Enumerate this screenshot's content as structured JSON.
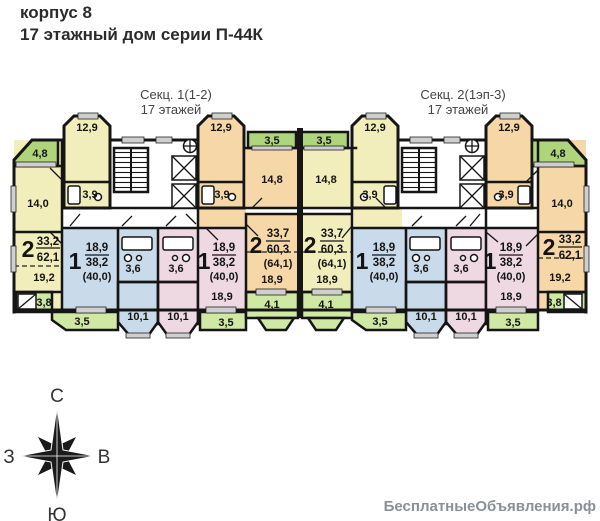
{
  "title": {
    "line1": "корпус 8",
    "line2": "17 этажный дом серии П-44К"
  },
  "sections": [
    {
      "label": "Секц. 1(1-2)",
      "floors": "17 этажей"
    },
    {
      "label": "Секц. 2(1эп-3)",
      "floors": "17 этажей"
    }
  ],
  "apartments": {
    "a1": {
      "num": "2",
      "upper": "33,2",
      "lower": "62,1"
    },
    "a2": {
      "num": "1",
      "upper": "18,9",
      "lower": "38,2",
      "paren": "(40,0)"
    },
    "a3": {
      "num": "1",
      "upper": "18,9",
      "lower": "38,2",
      "paren": "(40,0)"
    },
    "a4": {
      "num": "2",
      "upper": "33,7",
      "lower": "60,3",
      "paren": "(64,1)"
    },
    "a5": {
      "num": "2",
      "upper": "33,7",
      "lower": "60,3",
      "paren": "(64,1)"
    },
    "a6": {
      "num": "1",
      "upper": "18,9",
      "lower": "38,2",
      "paren": "(40,0)"
    },
    "a7": {
      "num": "1",
      "upper": "18,9",
      "lower": "38,2",
      "paren": "(40,0)"
    },
    "a8": {
      "num": "2",
      "upper": "33,2",
      "lower": "62,1"
    }
  },
  "rooms": {
    "r48": "4,8",
    "r129": "12,9",
    "r140": "14,0",
    "r192": "19,2",
    "r38": "3,8",
    "r35": "3,5",
    "r36": "3,6",
    "r101": "10,1",
    "r189": "18,9",
    "r41": "4,1",
    "r148": "14,8",
    "r39": "3,9"
  },
  "compass": {
    "n": "С",
    "s": "Ю",
    "w": "З",
    "e": "В"
  },
  "watermark": "БесплатныеОбъявления.рф",
  "colors": {
    "apartment_2room_yellow": "#f1eebb",
    "apartment_2room_orange": "#f6d7a8",
    "apartment_1room_blue": "#c9daeb",
    "apartment_1room_pink": "#eed8e2",
    "balcony_green": "#aed57b",
    "loggia_green": "#cfe8a3",
    "walls": "#151515"
  }
}
